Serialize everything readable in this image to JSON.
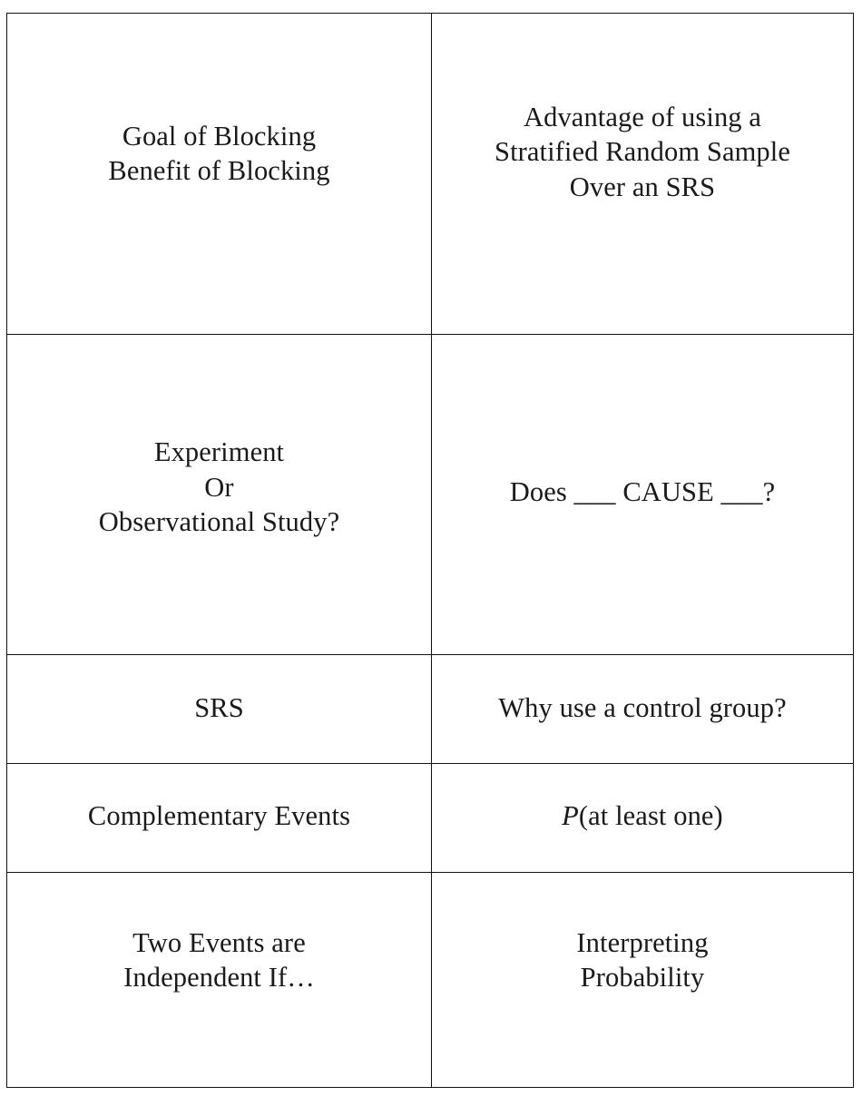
{
  "document": {
    "type": "flashcard-sheet",
    "title": "AP Statistics Flashcards",
    "columns": 2,
    "rows": 5,
    "background_color": "#ffffff",
    "text_color": "#1a1a1a",
    "border_color": "#111111"
  },
  "cards": [
    {
      "row": 1,
      "left": "Goal of Blocking\nBenefit of Blocking",
      "right": "Advantage of using a\nStratified Random Sample\nOver an SRS"
    },
    {
      "row": 2,
      "left": "Experiment\nOr\nObservational Study?",
      "right_prefix": "Does ___ CAUSE ___?",
      "right": "Does ___ CAUSE ___?"
    },
    {
      "row": 3,
      "left": "SRS",
      "right": "Why use a control group?"
    },
    {
      "row": 4,
      "left": "Complementary Events",
      "right_italic_prefix": "P",
      "right_rest": "(at least one)",
      "right": "P(at least one)"
    },
    {
      "row": 5,
      "left": "Two Events are\nIndependent If…",
      "right": "Interpreting\nProbability"
    }
  ]
}
